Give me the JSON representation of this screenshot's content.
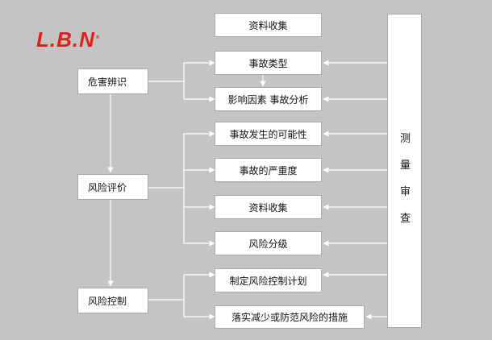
{
  "logo": {
    "text": "L.B.N",
    "registered": "®",
    "color": "#e0201a"
  },
  "stages": [
    "危害辨识",
    "风险评价",
    "风险控制"
  ],
  "steps": [
    "资料收集",
    "事故类型",
    "影响因素 事故分析",
    "事故发生的可能性",
    "事故的严重度",
    "资料收集",
    "风险分级",
    "制定风险控制计划",
    "落实减少或防范风险的措施"
  ],
  "measurement_review": [
    "测",
    "量",
    "审",
    "查"
  ],
  "colors": {
    "background": "#c4c4c4",
    "box": "#ffffff",
    "border": "#a8a8a8",
    "connector": "#ffffff"
  }
}
